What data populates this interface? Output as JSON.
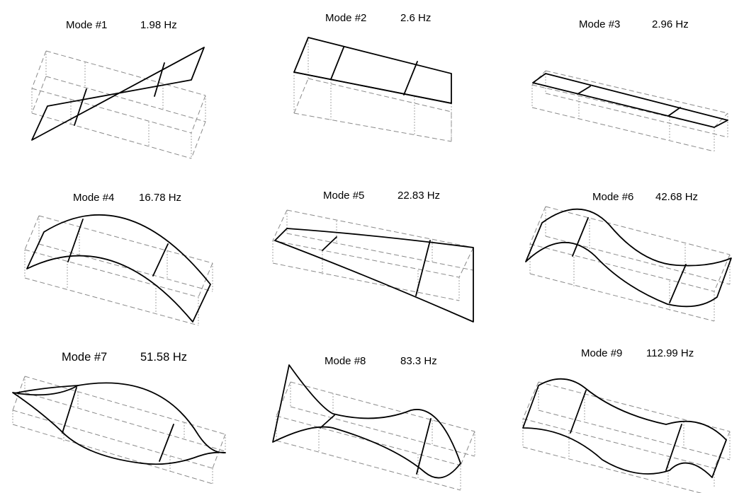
{
  "modes": [
    {
      "label": "Mode #1",
      "frequency": "1.98 Hz"
    },
    {
      "label": "Mode #2",
      "frequency": "2.6 Hz"
    },
    {
      "label": "Mode #3",
      "frequency": "2.96 Hz"
    },
    {
      "label": "Mode #4",
      "frequency": "16.78 Hz"
    },
    {
      "label": "Mode #5",
      "frequency": "22.83 Hz"
    },
    {
      "label": "Mode #6",
      "frequency": "42.68 Hz"
    },
    {
      "label": "Mode #7",
      "frequency": "51.58 Hz"
    },
    {
      "label": "Mode #8",
      "frequency": "83.3 Hz"
    },
    {
      "label": "Mode #9",
      "frequency": "112.99 Hz"
    }
  ],
  "colors": {
    "deformed": "#000000",
    "reference": "#8a8a8a"
  }
}
